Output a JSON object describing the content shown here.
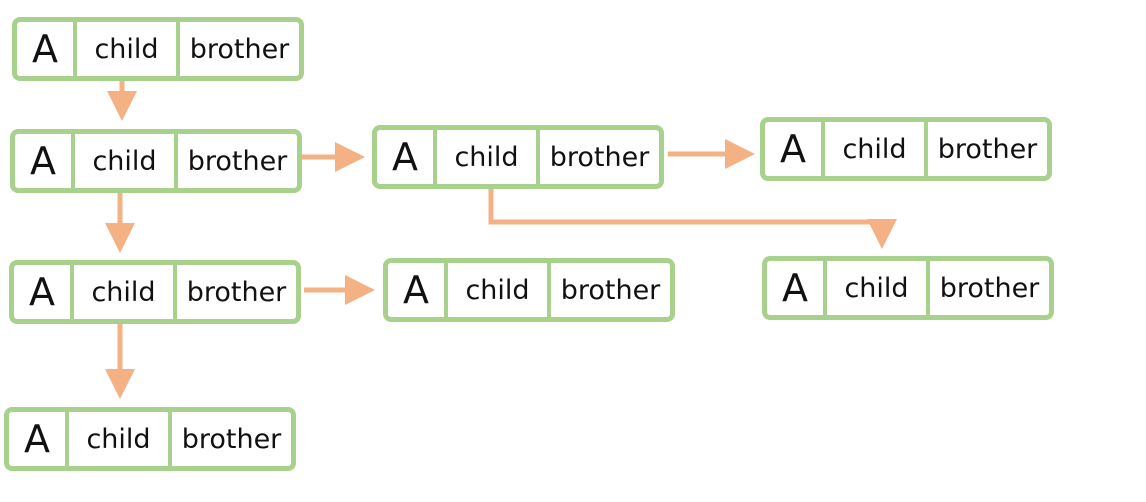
{
  "colors": {
    "node_border": "#a9d18e",
    "arrow": "#f4b183",
    "text": "#111111"
  },
  "nodes": [
    {
      "data": "A",
      "child": "child",
      "brother": "brother"
    },
    {
      "data": "A",
      "child": "child",
      "brother": "brother"
    },
    {
      "data": "A",
      "child": "child",
      "brother": "brother"
    },
    {
      "data": "A",
      "child": "child",
      "brother": "brother"
    },
    {
      "data": "A",
      "child": "child",
      "brother": "brother"
    },
    {
      "data": "A",
      "child": "child",
      "brother": "brother"
    },
    {
      "data": "A",
      "child": "child",
      "brother": "brother"
    },
    {
      "data": "A",
      "child": "child",
      "brother": "brother"
    }
  ]
}
